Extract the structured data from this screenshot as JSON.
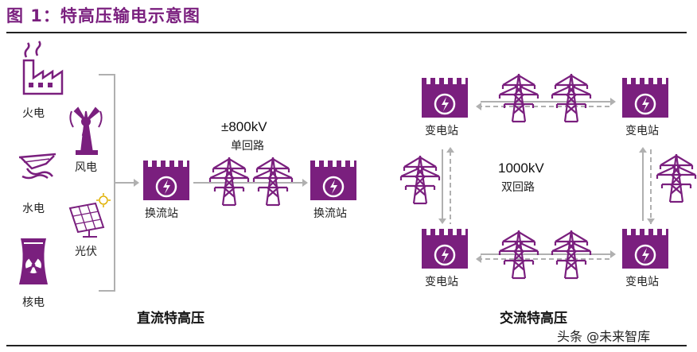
{
  "figure": {
    "title": "图 1：特高压输电示意图"
  },
  "sources": {
    "thermal": "火电",
    "wind": "风电",
    "hydro": "水电",
    "solar": "光伏",
    "nuclear": "核电"
  },
  "dc": {
    "voltage": "±800kV",
    "circuit": "单回路",
    "converter_left": "换流站",
    "converter_right": "换流站",
    "section_label": "直流特高压"
  },
  "ac": {
    "voltage": "1000kV",
    "circuit": "双回路",
    "sub_top_left": "变电站",
    "sub_top_right": "变电站",
    "sub_bottom_left": "变电站",
    "sub_bottom_right": "变电站",
    "section_label": "交流特高压"
  },
  "watermark": "头条 @未来智库",
  "colors": {
    "accent": "#7a1f7e",
    "arrow": "#b0b0b0",
    "text": "#222222"
  },
  "icons": [
    "factory-icon",
    "wind-turbine-icon",
    "hydro-dam-icon",
    "solar-panel-icon",
    "nuclear-plant-icon",
    "station-icon",
    "pylon-icon"
  ]
}
